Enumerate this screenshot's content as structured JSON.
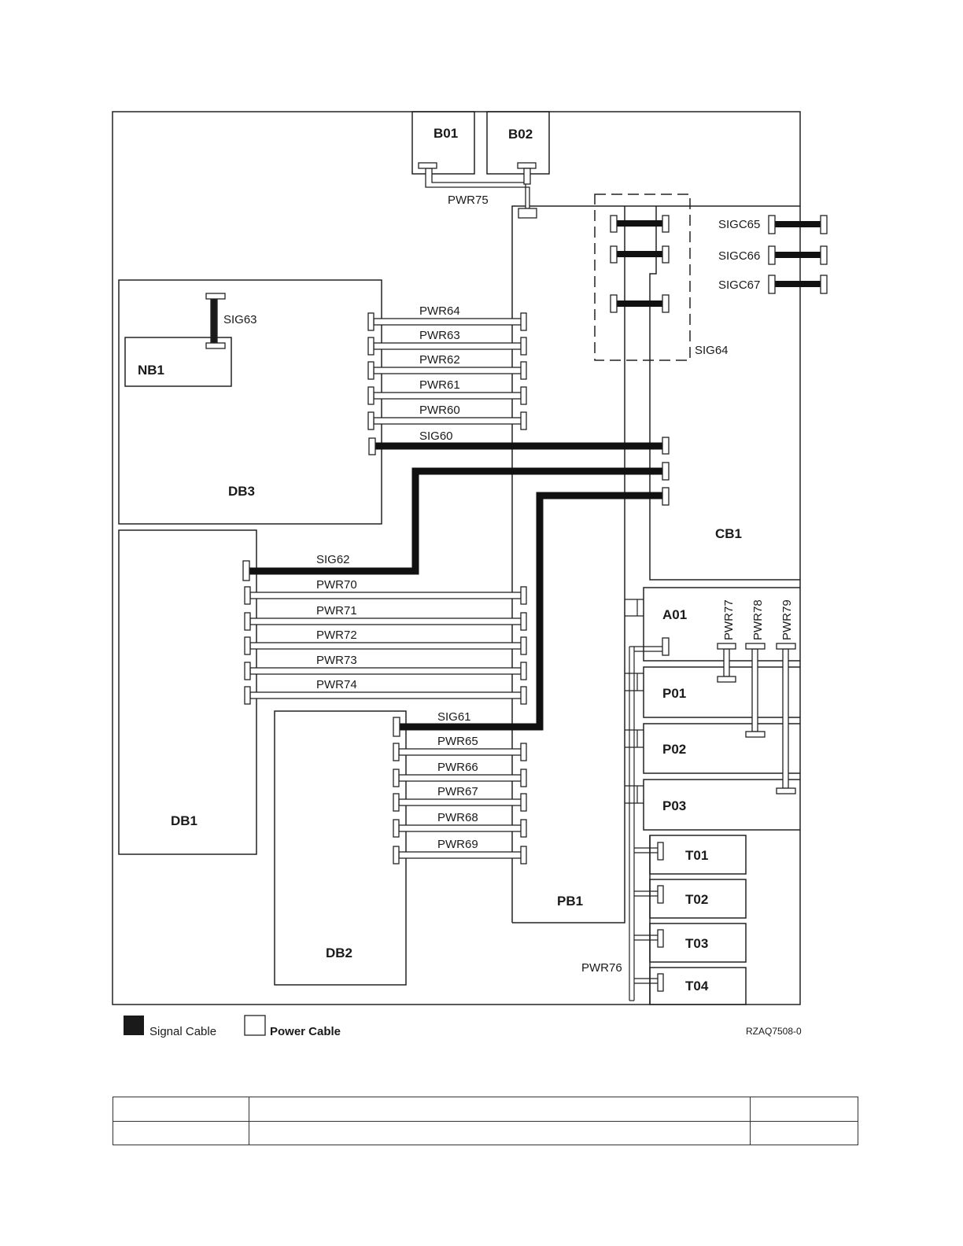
{
  "diagram": {
    "blocks": {
      "b01": "B01",
      "b02": "B02",
      "nb1": "NB1",
      "db3": "DB3",
      "db1": "DB1",
      "db2": "DB2",
      "pb1": "PB1",
      "cb1": "CB1",
      "a01": "A01",
      "p01": "P01",
      "p02": "P02",
      "p03": "P03",
      "t01": "T01",
      "t02": "T02",
      "t03": "T03",
      "t04": "T04"
    },
    "cables": {
      "pwr75": "PWR75",
      "pwr76": "PWR76",
      "pwr77": "PWR77",
      "pwr78": "PWR78",
      "pwr79": "PWR79",
      "sig63": "SIG63",
      "sig64": "SIG64",
      "sigc65": "SIGC65",
      "sigc66": "SIGC66",
      "sigc67": "SIGC67",
      "sig60": "SIG60",
      "sig61": "SIG61",
      "sig62": "SIG62",
      "db3_group": [
        "PWR64",
        "PWR63",
        "PWR62",
        "PWR61",
        "PWR60"
      ],
      "db1_group": [
        "PWR70",
        "PWR71",
        "PWR72",
        "PWR73",
        "PWR74"
      ],
      "db2_group": [
        "PWR65",
        "PWR66",
        "PWR67",
        "PWR68",
        "PWR69"
      ]
    }
  },
  "legend": {
    "signal": "Signal Cable",
    "power": "Power Cable"
  },
  "figure_id": "RZAQ7508-0",
  "table": {
    "rows": 2,
    "cols": 3
  }
}
